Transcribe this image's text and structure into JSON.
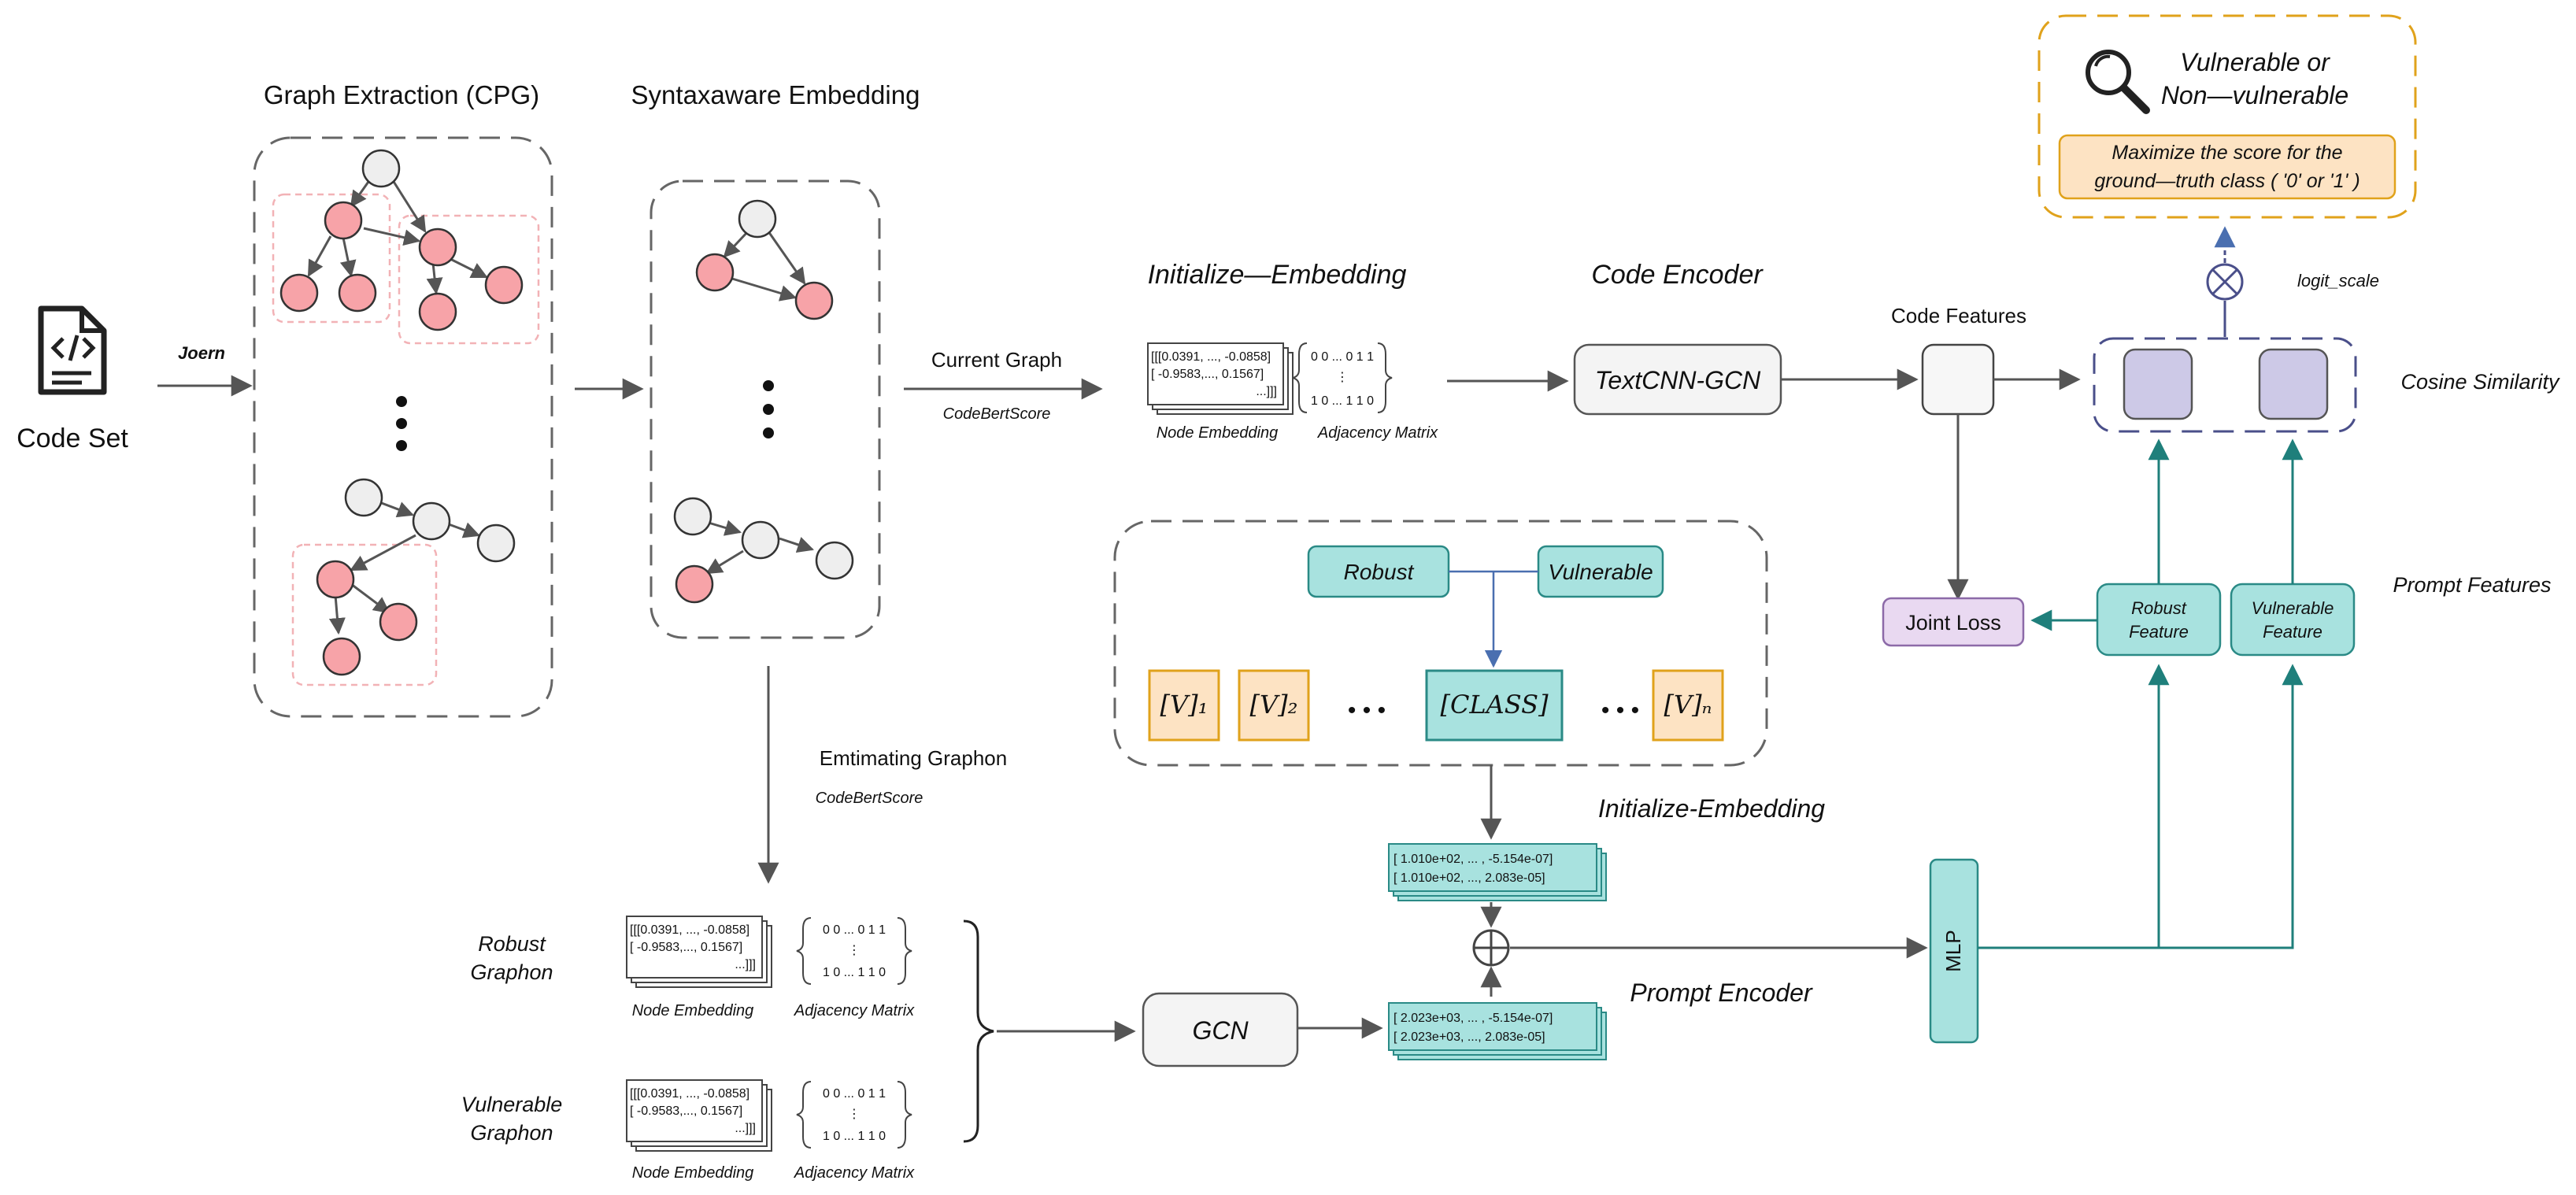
{
  "code_set": {
    "label": "Code Set",
    "edge_label": "Joern"
  },
  "graph_extraction": {
    "title": "Graph Extraction (CPG)"
  },
  "syntax_embedding": {
    "title": "Syntaxaware Embedding"
  },
  "current_graph": {
    "label": "Current Graph",
    "sub": "CodeBertScore"
  },
  "estimating": {
    "label": "Emtimating Graphon",
    "sub": "CodeBertScore"
  },
  "init_embed_top": {
    "title": "Initialize—Embedding",
    "matrix_l1": "[[[0.0391, ..., -0.0858]",
    "matrix_l2": "[ -0.9583,...,  0.1567]",
    "matrix_l3": "...]]]",
    "adj_l1": "0 0 ... 0 1 1",
    "adj_l2": "⋮",
    "adj_l3": "1 0 ... 1 1 0",
    "node_label": "Node Embedding",
    "adj_label": "Adjacency Matrix"
  },
  "code_encoder": {
    "title": "Code Encoder",
    "box": "TextCNN-GCN"
  },
  "code_features": {
    "label": "Code Features"
  },
  "cosine": {
    "label": "Cosine Similarity",
    "logit": "logit_scale"
  },
  "output": {
    "title_l1": "Vulnerable or",
    "title_l2": "Non—vulnerable",
    "note_l1": "Maximize the score for the",
    "note_l2": "ground—truth class ( '0' or '1' )"
  },
  "prompt_features": {
    "label": "Prompt Features",
    "robust_l1": "Robust",
    "robust_l2": "Feature",
    "vuln_l1": "Vulnerable",
    "vuln_l2": "Feature"
  },
  "joint_loss": {
    "label": "Joint Loss"
  },
  "prompt_block": {
    "robust": "Robust",
    "vulnerable": "Vulnerable",
    "v1": "[V]₁",
    "v2": "[V]₂",
    "dots": "• • •",
    "cls": "[CLASS]",
    "vn": "[V]ₙ"
  },
  "init_embed_mid": {
    "title": "Initialize-Embedding",
    "l1": "[ 1.010e+02, ... , -5.154e-07]",
    "l2": "[ 1.010e+02, ...,  2.083e-05]"
  },
  "prompt_encoder": {
    "title": "Prompt Encoder",
    "l1": "[ 2.023e+03, ... , -5.154e-07]",
    "l2": "[ 2.023e+03, ...,  2.083e-05]"
  },
  "mlp": {
    "label": "MLP"
  },
  "gcn": {
    "label": "GCN"
  },
  "robust_graphon": {
    "l1": "Robust",
    "l2": "Graphon"
  },
  "vuln_graphon": {
    "l1": "Vulnerable",
    "l2": "Graphon"
  },
  "colors": {
    "teal": "#a8e2df",
    "teal_stroke": "#2a8a86",
    "node_pink": "#f7a3a8",
    "node_gray": "#eeeeee",
    "yellow": "#f7cf72",
    "orange_fill": "#fde3c3",
    "purple": "#cdc9e7",
    "lilac": "#e9d9f1"
  }
}
